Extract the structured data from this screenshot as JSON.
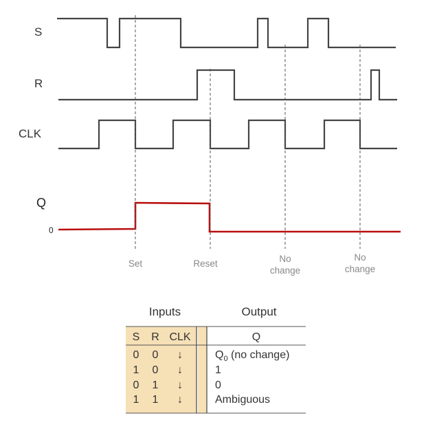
{
  "signals": [
    {
      "key": "s",
      "label": "S",
      "lo": 69,
      "hi": 27,
      "transitions": [
        83,
        156,
        174,
        263,
        375,
        390,
        448,
        478,
        576
      ],
      "start": "hi"
    },
    {
      "key": "r",
      "label": "R",
      "lo": 145,
      "hi": 102,
      "transitions": [
        85,
        287,
        341,
        540,
        552,
        578
      ],
      "start": "lo"
    },
    {
      "key": "clk",
      "label": "CLK",
      "lo": 216,
      "hi": 175,
      "transitions": [
        85,
        144,
        197,
        252,
        306,
        362,
        415,
        472,
        524,
        578
      ],
      "start": "lo"
    }
  ],
  "output": {
    "label": "Q",
    "zero_label": "0"
  },
  "events": [
    {
      "label_lines": [
        "Set"
      ]
    },
    {
      "label_lines": [
        "Reset"
      ]
    },
    {
      "label_lines": [
        "No",
        "change"
      ]
    },
    {
      "label_lines": [
        "No",
        "change"
      ]
    }
  ],
  "table": {
    "inputs_header": "Inputs",
    "output_header": "Output",
    "columns": [
      "S",
      "R",
      "CLK"
    ],
    "q_header": "Q",
    "rows": [
      {
        "s": "0",
        "r": "0",
        "clk": "↓",
        "q_main": "Q",
        "q_sub": "0",
        "q_rest": " (no change)"
      },
      {
        "s": "1",
        "r": "0",
        "clk": "↓",
        "q_main": "1",
        "q_sub": "",
        "q_rest": ""
      },
      {
        "s": "0",
        "r": "1",
        "clk": "↓",
        "q_main": "0",
        "q_sub": "",
        "q_rest": ""
      },
      {
        "s": "1",
        "r": "1",
        "clk": "↓",
        "q_main": "Ambiguous",
        "q_sub": "",
        "q_rest": ""
      }
    ]
  },
  "colors": {
    "q_line": "#b80f0f",
    "table_fill": "#f6e0b6",
    "wave": "#444444"
  }
}
